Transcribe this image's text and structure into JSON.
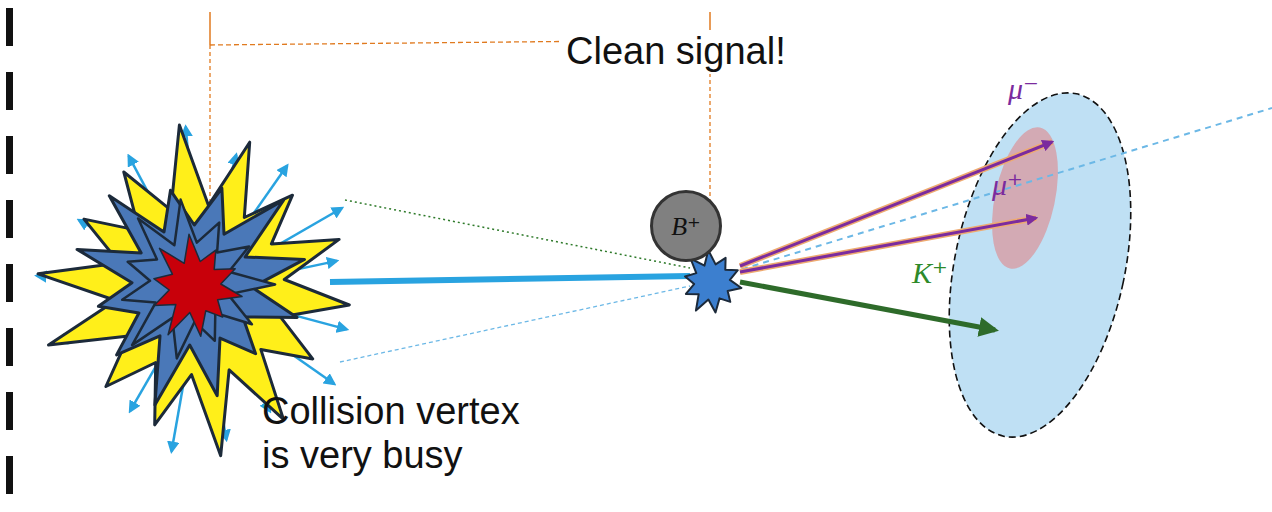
{
  "diagram": {
    "nodes": [
      {
        "text": [
          "B⁺"
        ]
      }
    ],
    "labels": [
      "Clean signal!",
      "μ⁻",
      "μ⁺",
      "K⁺",
      "Collision vertex is very busy"
    ]
  }
}
